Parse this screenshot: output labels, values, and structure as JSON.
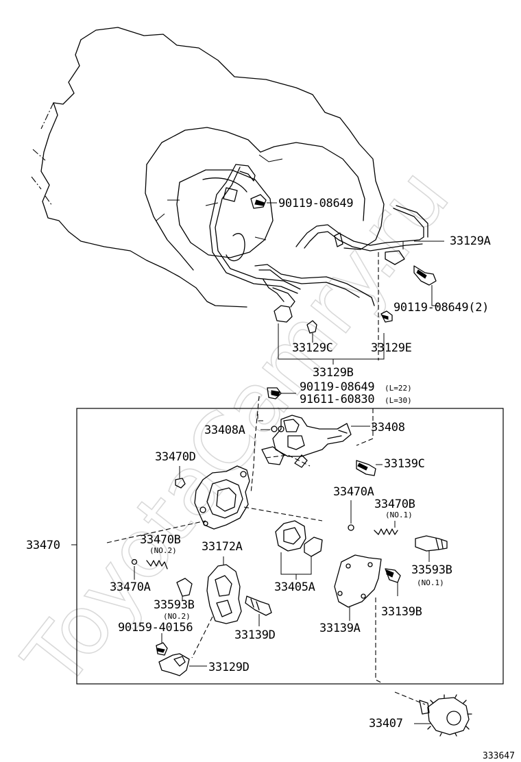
{
  "watermark": "ToyotaCamry.ru",
  "figure_number": "333647",
  "labels": {
    "bolt_top": "90119-08649",
    "shift_rod": "33129A",
    "bolt_pair": "90119-08649(2)",
    "bushing_c": "33129C",
    "bushing_e": "33129E",
    "rod_assy": "33129B",
    "bolt_l22": "90119-08649",
    "bolt_l22_note": "(L=22)",
    "bolt_l30": "91611-60830",
    "bolt_l30_note": "(L=30)",
    "lever_a": "33408A",
    "lever": "33408",
    "bolt_c": "33139C",
    "pin_d": "33470D",
    "ball_a_right": "33470A",
    "spring_b_right": "33470B",
    "spring_b_right_note": "(NO.1)",
    "housing": "33470",
    "spring_b_left": "33470B",
    "spring_b_left_note": "(NO.2)",
    "lever_172a": "33172A",
    "ball_a_left": "33470A",
    "interlock": "33405A",
    "plug_right": "33593B",
    "plug_right_note": "(NO.1)",
    "bolt_b": "33139B",
    "plug_left": "33593B",
    "plug_left_note": "(NO.2)",
    "bolt_90159": "90159-40156",
    "bolt_d": "33139D",
    "cover": "33139A",
    "bracket": "33129D",
    "gear": "33407"
  }
}
